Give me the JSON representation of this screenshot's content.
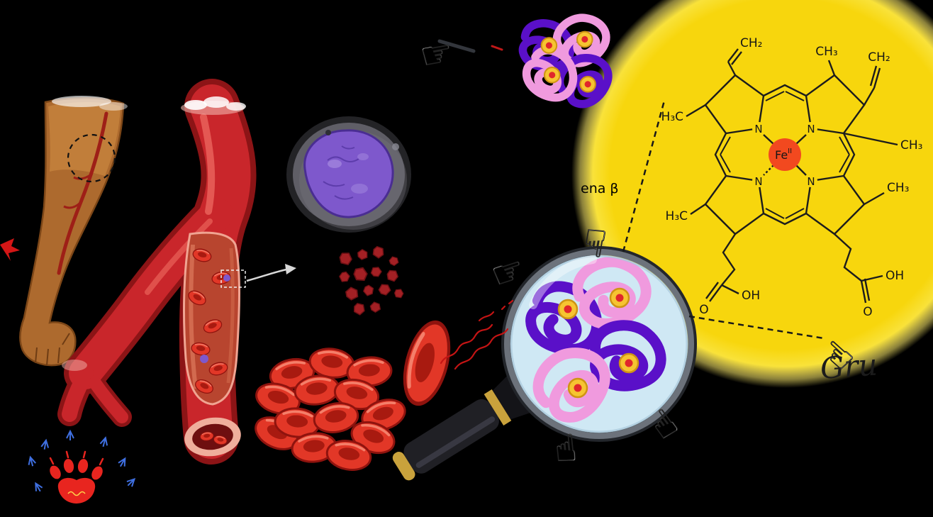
{
  "scene": {
    "labels": {
      "beta_chain": "ena β",
      "heme_group": "Gru"
    },
    "heme_formula": {
      "iron": "Fe",
      "iron_oxidation": "II",
      "nitrogen": "N",
      "vinyl_top_left": "CH₂",
      "methyl_top": "CH₃",
      "vinyl_top_right": "CH₂",
      "methyl_left_upper": "H₃C",
      "methyl_left_lower": "H₃C",
      "methyl_right_upper": "CH₃",
      "methyl_right_lower": "CH₃",
      "carbonyl_o_left": "O",
      "hydroxyl_left": "OH",
      "carbonyl_o_right": "O",
      "hydroxyl_right": "OH"
    },
    "icons": {
      "hand_right": "☞",
      "hand_up": "☝",
      "hand_down": "☟"
    },
    "colors": {
      "background": "#000000",
      "highlight_yellow": "#f7d60d",
      "vessel_red": "#c9262b",
      "blood_cell_red": "#e23727",
      "leukocyte_purple": "#7e58cc",
      "globin_purple": "#5a10c8",
      "globin_pink": "#f09ade",
      "heme_yellow": "#f6c431",
      "heme_center_red": "#e0262b",
      "iron_orange": "#f2491f",
      "skin_brown": "#ad6a2e",
      "paw_red": "#e8251f",
      "mark_blue": "#3f6fe0"
    }
  }
}
